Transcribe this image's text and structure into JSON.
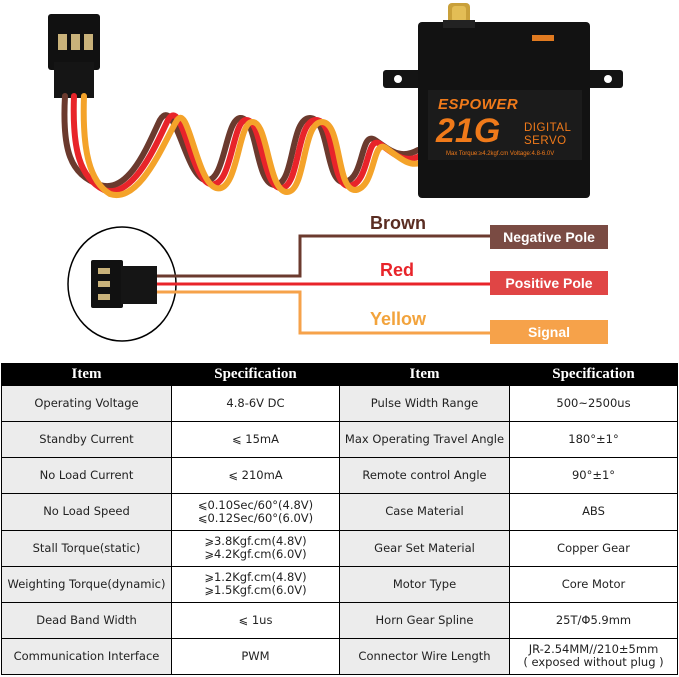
{
  "servo": {
    "brand": "ESPOWER",
    "model": "21G",
    "type_line1": "DIGITAL",
    "type_line2": "SERVO",
    "spec_text": "Max Torque:≥4.2kgf.cm  Voltage:4.8-6.0V"
  },
  "wires": [
    {
      "color_name": "Brown",
      "role": "Negative Pole",
      "color": "#6b3a2e"
    },
    {
      "color_name": "Red",
      "role": "Positive Pole",
      "color": "#e8242a"
    },
    {
      "color_name": "Yellow",
      "role": "Signal",
      "color": "#f6a24a"
    }
  ],
  "table": {
    "headers": [
      "Item",
      "Specification",
      "Item",
      "Specification"
    ],
    "rows": [
      [
        [
          "Operating  Voltage"
        ],
        [
          "4.8-6V DC"
        ],
        [
          "Pulse Width Range"
        ],
        [
          "500~2500us"
        ]
      ],
      [
        [
          "Standby Current"
        ],
        [
          "⩽ 15mA"
        ],
        [
          "Max Operating Travel Angle"
        ],
        [
          "180°±1°"
        ]
      ],
      [
        [
          "No Load Current"
        ],
        [
          "⩽ 210mA"
        ],
        [
          "Remote control Angle"
        ],
        [
          "90°±1°"
        ]
      ],
      [
        [
          "No Load Speed"
        ],
        [
          "⩽0.10Sec/60°(4.8V)",
          "⩽0.12Sec/60°(6.0V)"
        ],
        [
          "Case Material"
        ],
        [
          "ABS"
        ]
      ],
      [
        [
          "Stall Torque(static)"
        ],
        [
          "⩾3.8Kgf.cm(4.8V)",
          "⩾4.2Kgf.cm(6.0V)"
        ],
        [
          "Gear Set Material"
        ],
        [
          "Copper Gear"
        ]
      ],
      [
        [
          "Weighting Torque(dynamic)"
        ],
        [
          "⩾1.2Kgf.cm(4.8V)",
          "⩾1.5Kgf.cm(6.0V)"
        ],
        [
          "Motor Type"
        ],
        [
          "Core Motor"
        ]
      ],
      [
        [
          "Dead Band Width"
        ],
        [
          "⩽ 1us"
        ],
        [
          "Horn Gear Spline"
        ],
        [
          "25T/Φ5.9mm"
        ]
      ],
      [
        [
          "Communication Interface"
        ],
        [
          "PWM"
        ],
        [
          "Connector Wire Length"
        ],
        [
          "JR-2.54MM//210±5mm",
          "( exposed without plug )"
        ]
      ]
    ]
  }
}
